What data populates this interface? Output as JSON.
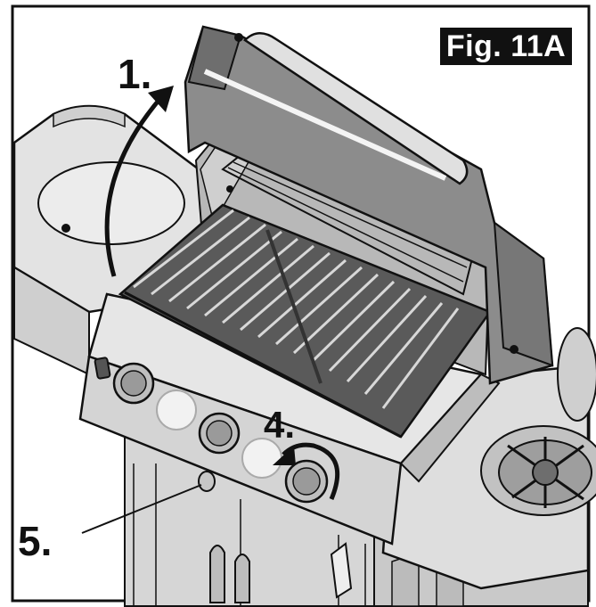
{
  "figure": {
    "label": "Fig. 11A"
  },
  "callouts": [
    {
      "id": "1",
      "text": "1."
    },
    {
      "id": "4",
      "text": "4."
    },
    {
      "id": "5",
      "text": "5."
    }
  ],
  "colors": {
    "line": "#111111",
    "body": "#e3e3e3",
    "body_dark": "#bdbdbd",
    "lid_frame": "#8c8c8c",
    "grate": "#4a4a4a",
    "badge_bg": "#111111",
    "badge_text": "#ffffff"
  },
  "icons": [
    "curved-arrow-up",
    "rotate-arrow-ccw",
    "pointer-line"
  ]
}
